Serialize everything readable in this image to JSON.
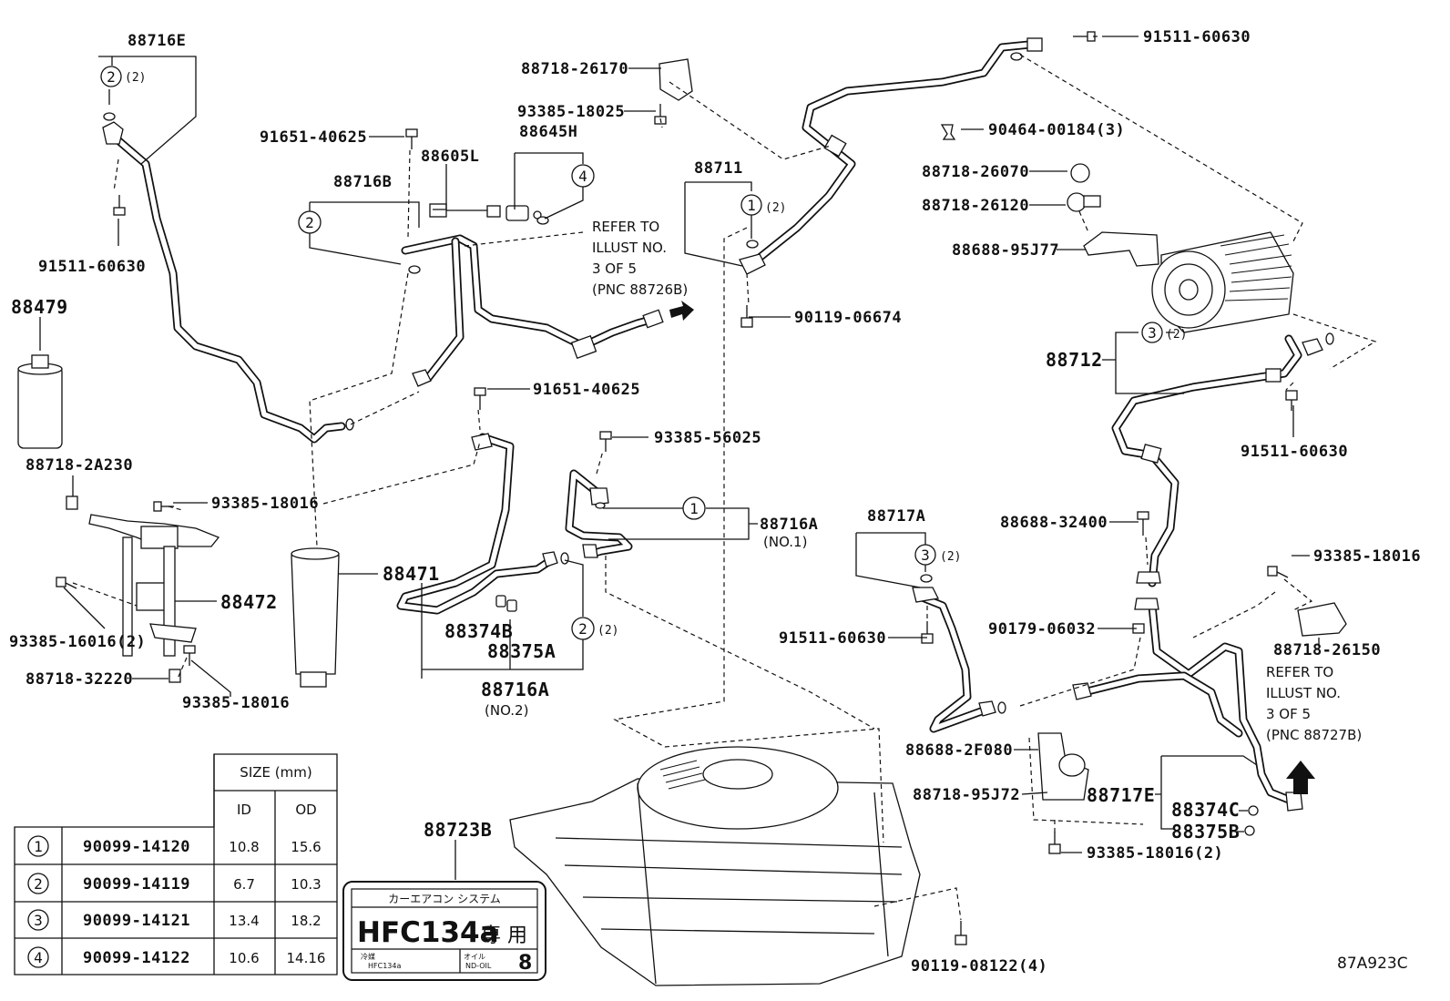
{
  "diagram_code": "87A923C",
  "labels": {
    "l_88716E": "88716E",
    "l_91651a": "91651-40625",
    "l_88716B": "88716B",
    "l_88605L": "88605L",
    "l_88645H": "88645H",
    "l_88718_26170": "88718-26170",
    "l_93385_18025": "93385-18025",
    "l_88711": "88711",
    "l_91511_top": "91511-60630",
    "l_90464": "90464-00184(3)",
    "l_88718_26070": "88718-26070",
    "l_88718_26120": "88718-26120",
    "l_88688_95J77": "88688-95J77",
    "l_91511_left": "91511-60630",
    "l_88479": "88479",
    "l_90119_06674": "90119-06674",
    "l_88712": "88712",
    "l_91511_right": "91511-60630",
    "l_91651b": "91651-40625",
    "l_93385_56025": "93385-56025",
    "l_88718_2A230": "88718-2A230",
    "l_93385_18016_a": "93385-18016",
    "l_88716A_1": "88716A",
    "l_no1": "(NO.1)",
    "l_88717A": "88717A",
    "l_88688_32400": "88688-32400",
    "l_93385_18016_r": "93385-18016",
    "l_88471": "88471",
    "l_88472": "88472",
    "l_93385_16016": "93385-16016(2)",
    "l_88374B": "88374B",
    "l_88375A": "88375A",
    "l_91511_mid": "91511-60630",
    "l_90179": "90179-06032",
    "l_88718_26150": "88718-26150",
    "l_88718_32220": "88718-32220",
    "l_93385_18016_b": "93385-18016",
    "l_88716A_2": "88716A",
    "l_no2": "(NO.2)",
    "l_88688_2F080": "88688-2F080",
    "l_88718_95J72": "88718-95J72",
    "l_88717E": "88717E",
    "l_88374C": "88374C",
    "l_88375B": "88375B",
    "l_93385_18016_2": "93385-18016(2)",
    "l_88723B": "88723B",
    "l_90119_08122": "90119-08122(4)"
  },
  "qty_notes": {
    "q2": "(2)"
  },
  "callouts": {
    "c1": "1",
    "c2": "2",
    "c3": "3",
    "c4": "4"
  },
  "refer_notes": {
    "left": [
      "REFER TO",
      "ILLUST NO.",
      "3 OF 5",
      "(PNC 88726B)"
    ],
    "right": [
      "REFER TO",
      "ILLUST NO.",
      "3 OF 5",
      "(PNC 88727B)"
    ]
  },
  "size_table": {
    "header_size": "SIZE (mm)",
    "header_id": "ID",
    "header_od": "OD",
    "rows": [
      {
        "no": "1",
        "part": "90099-14120",
        "id": "10.8",
        "od": "15.6"
      },
      {
        "no": "2",
        "part": "90099-14119",
        "id": "6.7",
        "od": "10.3"
      },
      {
        "no": "3",
        "part": "90099-14121",
        "id": "13.4",
        "od": "18.2"
      },
      {
        "no": "4",
        "part": "90099-14122",
        "id": "10.6",
        "od": "14.16"
      }
    ]
  },
  "refrigerant_label": {
    "title_jp": "カーエアコン システム",
    "main": "HFC134a",
    "main_jp": "専 用",
    "left_small_jp": "冷媒",
    "left_small": "HFC134a",
    "right_small_jp": "オイル",
    "right_small": "ND-OIL",
    "number": "8"
  }
}
